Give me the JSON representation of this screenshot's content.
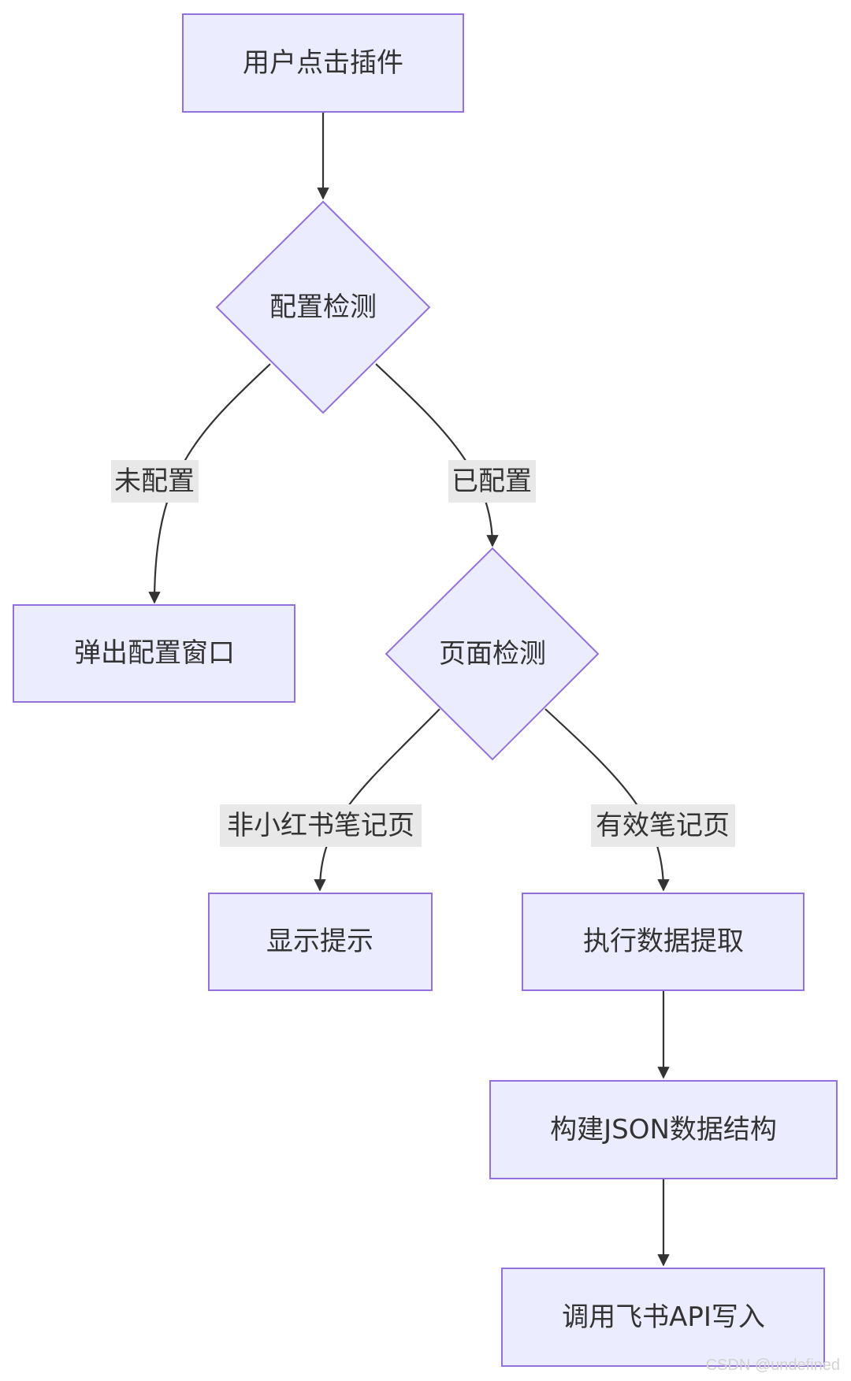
{
  "nodes": {
    "start": "用户点击插件",
    "config_check": "配置检测",
    "popup_config": "弹出配置窗口",
    "page_check": "页面检测",
    "show_tip": "显示提示",
    "extract": "执行数据提取",
    "build_json": "构建JSON数据结构",
    "write_api": "调用飞书API写入"
  },
  "edge_labels": {
    "not_configured": "未配置",
    "configured": "已配置",
    "not_note_page": "非小红书笔记页",
    "valid_note_page": "有效笔记页"
  },
  "watermark": "CSDN @undefined",
  "colors": {
    "node_fill": "#ECECFF",
    "node_stroke": "#9370DB",
    "edge": "#333333",
    "label_bg": "#E8E8E8"
  }
}
